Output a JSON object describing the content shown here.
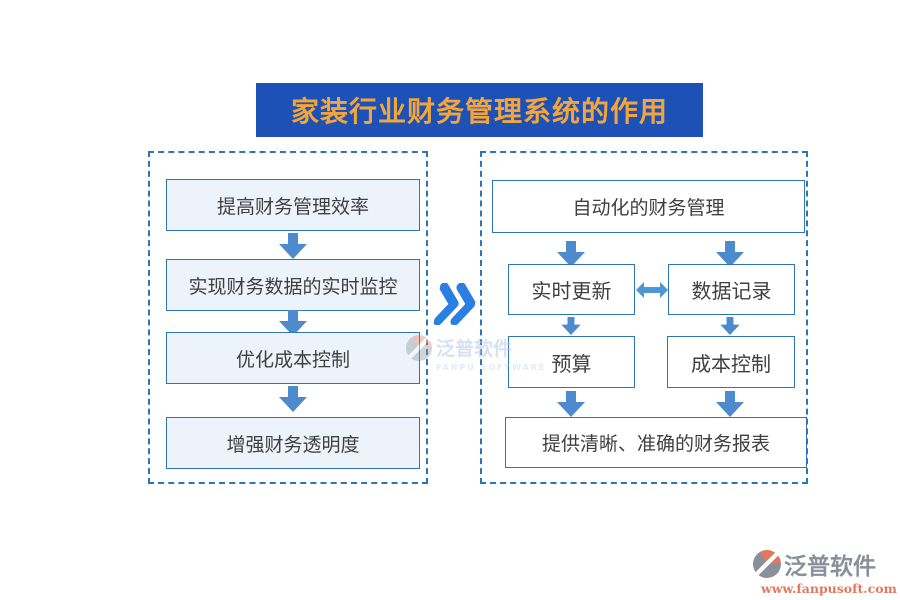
{
  "title": "家装行业财务管理系统的作用",
  "connector_symbol": "»",
  "left_panel": {
    "steps": [
      "提高财务管理效率",
      "实现财务数据的实时监控",
      "优化成本控制",
      "增强财务透明度"
    ]
  },
  "right_panel": {
    "header": "自动化的财务管理",
    "pair_top": [
      "实时更新",
      "数据记录"
    ],
    "pair_bottom": [
      "预算",
      "成本控制"
    ],
    "footer": "提供清晰、准确的财务报表"
  },
  "watermark": {
    "brand": "泛普软件",
    "brand_en": "FANPU SOFTWARE"
  },
  "site_logo": {
    "brand": "泛普软件",
    "website": "www.fanpusoft.com"
  },
  "colors": {
    "title_bg": "#1d51b5",
    "title_text": "#f2a53c",
    "box_border": "#2e75b6",
    "left_box_fill": "#edf3fb",
    "right_box_fill": "#ffffff",
    "box_text": "#404040",
    "arrow_blue": "#4e8ace",
    "link_arrow_blue": "#4f96d6",
    "chevron_blue": "#2b7ee2",
    "dashed_border": "#2e75b6",
    "watermark_blue": "#b5cbe6",
    "logo_gray": "#8a909a",
    "logo_orange": "#e2785c"
  }
}
